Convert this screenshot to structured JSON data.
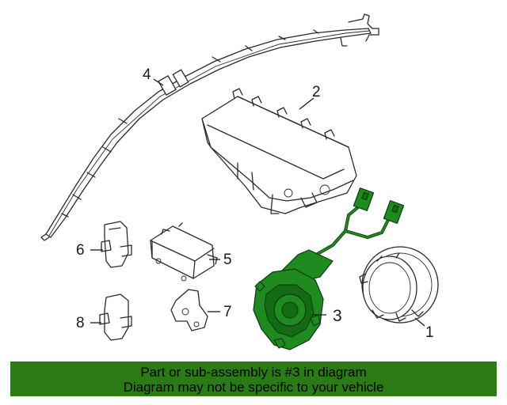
{
  "callouts": [
    {
      "id": "1",
      "label": "1"
    },
    {
      "id": "2",
      "label": "2"
    },
    {
      "id": "3",
      "label": "3"
    },
    {
      "id": "4",
      "label": "4"
    },
    {
      "id": "5",
      "label": "5"
    },
    {
      "id": "6",
      "label": "6"
    },
    {
      "id": "7",
      "label": "7"
    },
    {
      "id": "8",
      "label": "8"
    }
  ],
  "highlighted_part": "3",
  "colors": {
    "highlight": "#1f8a1f",
    "banner": "#2a7a16"
  },
  "banner": {
    "line1": "Part or sub-assembly is #3 in diagram",
    "line2": "Diagram may not be specific to your vehicle"
  }
}
